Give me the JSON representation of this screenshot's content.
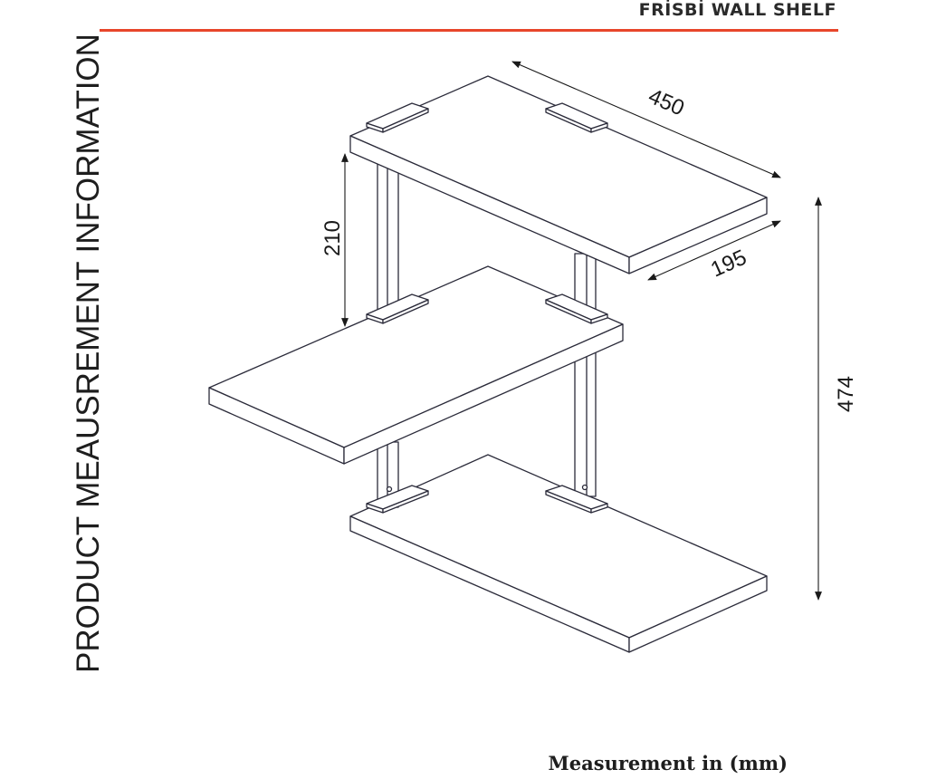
{
  "header": {
    "title": "FRİSBİ WALL SHELF",
    "rule_color": "#e8462b"
  },
  "side_heading": "PRODUCT MEAUSREMENT INFORMATION",
  "footer": "Measurement in (mm)",
  "dimensions": {
    "width": "450",
    "depth": "195",
    "shelf_spacing": "210",
    "total_height": "474"
  },
  "line_color": "#2b2b3a"
}
